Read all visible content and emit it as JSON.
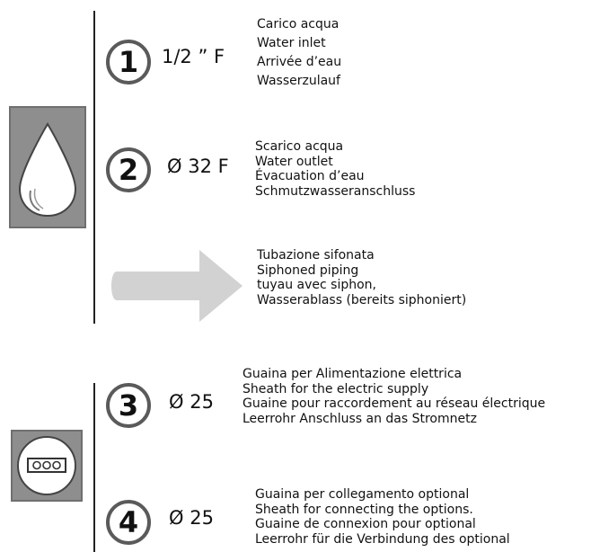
{
  "items": [
    {
      "number": "1",
      "spec": "1/2 ” F",
      "lines": [
        "Carico acqua",
        "Water inlet",
        "Arrivée d’eau",
        "Wasserzulauf"
      ]
    },
    {
      "number": "2",
      "spec": "Ø 32 F",
      "lines": [
        "Scarico acqua",
        "Water outlet",
        "Évacuation d’eau",
        "Schmutzwasseranschluss"
      ]
    },
    {
      "number": "3",
      "spec": "Ø 25",
      "lines": [
        "Guaina per Alimentazione elettrica",
        "Sheath for the electric supply",
        "Guaine pour raccordement au réseau électrique",
        "Leerrohr Anschluss an das Stromnetz"
      ]
    },
    {
      "number": "4",
      "spec": "Ø 25",
      "lines": [
        "Guaina per collegamento optional",
        "Sheath for connecting the options.",
        "Guaine de connexion pour optional",
        "Leerrohr für die Verbindung des optional"
      ]
    }
  ],
  "siphon": {
    "lines": [
      "Tubazione sifonata",
      "Siphoned piping",
      "tuyau avec siphon,",
      "Wasserablass (bereits siphoniert)"
    ]
  },
  "icons": {
    "water": "water-drop-icon",
    "electric": "electric-socket-icon",
    "arrow": "arrow-right-icon"
  },
  "colors": {
    "panel": "#8e8e8e",
    "arrow": "#d2d2d2",
    "circle_border": "#5a5a5a"
  }
}
